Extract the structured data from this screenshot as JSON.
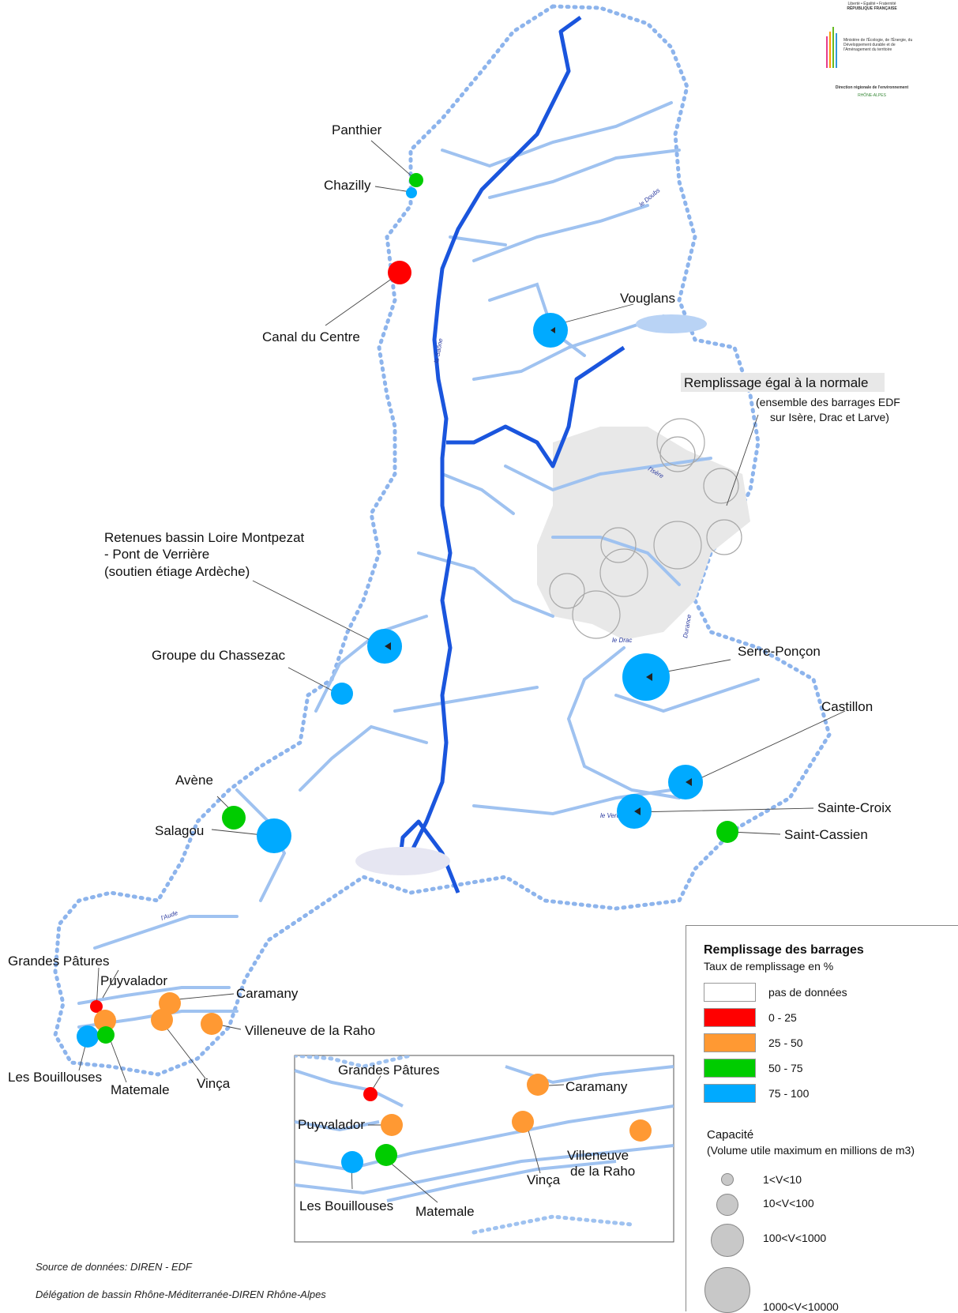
{
  "colors": {
    "none": "#ffffff",
    "c0_25": "#ff0000",
    "c25_50": "#ff9933",
    "c50_75": "#00cc00",
    "c75_100": "#00aaff",
    "river": "#9fc2f0",
    "main_river": "#1a55dd",
    "boundary": "#8db4ec"
  },
  "map": {
    "labels": {
      "panthier": "Panthier",
      "chazilly": "Chazilly",
      "canal_du_centre": "Canal du Centre",
      "vouglans": "Vouglans",
      "retenues_1": "Retenues bassin Loire Montpezat",
      "retenues_2": "- Pont de Verrière",
      "retenues_3": "(soutien étiage Ardèche)",
      "chassezac": "Groupe du Chassezac",
      "serre_poncon": "Serre-Ponçon",
      "castillon": "Castillon",
      "sainte_croix": "Sainte-Croix",
      "saint_cassien": "Saint-Cassien",
      "avene": "Avène",
      "salagou": "Salagou",
      "grandes_patures": "Grandes Pâtures",
      "puyvalador": "Puyvalador",
      "caramany": "Caramany",
      "villeneuve": "Villeneuve de la Raho",
      "les_bouillouses": "Les Bouillouses",
      "matemale": "Matemale",
      "vinca": "Vinça",
      "villeneuve_1": "Villeneuve",
      "villeneuve_2": "de la Raho"
    },
    "edf_note": {
      "title": "Remplissage égal à la normale",
      "line1": "(ensemble des barrages EDF",
      "line2": "sur Isère, Drac et Larve)"
    },
    "rivers": {
      "saone": "la Saône",
      "doubs": "le Doubs",
      "isere": "l'Isère",
      "drac": "le Drac",
      "durance": "Durance",
      "verdon": "le Verdon",
      "aude": "l'Aude"
    }
  },
  "dams": [
    {
      "name": "Panthier",
      "fill": "50 - 75"
    },
    {
      "name": "Chazilly",
      "fill": "75 - 100"
    },
    {
      "name": "Canal du Centre",
      "fill": "0 - 25"
    },
    {
      "name": "Vouglans",
      "fill": "75 - 100"
    },
    {
      "name": "Retenues bassin Loire Montpezat - Pont de Verrière",
      "fill": "75 - 100"
    },
    {
      "name": "Groupe du Chassezac",
      "fill": "75 - 100"
    },
    {
      "name": "Serre-Ponçon",
      "fill": "75 - 100"
    },
    {
      "name": "Castillon",
      "fill": "75 - 100"
    },
    {
      "name": "Sainte-Croix",
      "fill": "75 - 100"
    },
    {
      "name": "Saint-Cassien",
      "fill": "50 - 75"
    },
    {
      "name": "Avène",
      "fill": "50 - 75"
    },
    {
      "name": "Salagou",
      "fill": "75 - 100"
    },
    {
      "name": "Grandes Pâtures",
      "fill": "0 - 25"
    },
    {
      "name": "Puyvalador",
      "fill": "25 - 50"
    },
    {
      "name": "Caramany",
      "fill": "25 - 50"
    },
    {
      "name": "Villeneuve de la Raho",
      "fill": "25 - 50"
    },
    {
      "name": "Les Bouillouses",
      "fill": "75 - 100"
    },
    {
      "name": "Matemale",
      "fill": "50 - 75"
    },
    {
      "name": "Vinça",
      "fill": "25 - 50"
    }
  ],
  "legend": {
    "title": "Remplissage des barrages",
    "subtitle": "Taux de remplissage en %",
    "classes": [
      {
        "label": "pas de données",
        "color": "#ffffff"
      },
      {
        "label": "0 -  25",
        "color": "#ff0000"
      },
      {
        "label": "25 -  50",
        "color": "#ff9933"
      },
      {
        "label": "50 -  75",
        "color": "#00cc00"
      },
      {
        "label": "75 - 100",
        "color": "#00aaff"
      }
    ],
    "capacity_title": "Capacité",
    "capacity_subtitle": "(Volume utile maximum en millions de m3)",
    "capacity_classes": [
      "1<V<10",
      "10<V<100",
      "100<V<1000",
      "1000<V<10000"
    ]
  },
  "logo": {
    "line1": "Liberté • Égalité • Fraternité",
    "line2": "RÉPUBLIQUE FRANÇAISE",
    "ministry": "Ministère de l'Écologie, de l'Énergie, du Développement durable et de l'Aménagement du territoire",
    "direction": "Direction régionale de l'environnement",
    "region": "RHÔNE-ALPES"
  },
  "footer": {
    "source": "Source de données: DIREN - EDF",
    "delegation": "Délégation de bassin Rhône-Méditerranée-DIREN Rhône-Alpes"
  }
}
